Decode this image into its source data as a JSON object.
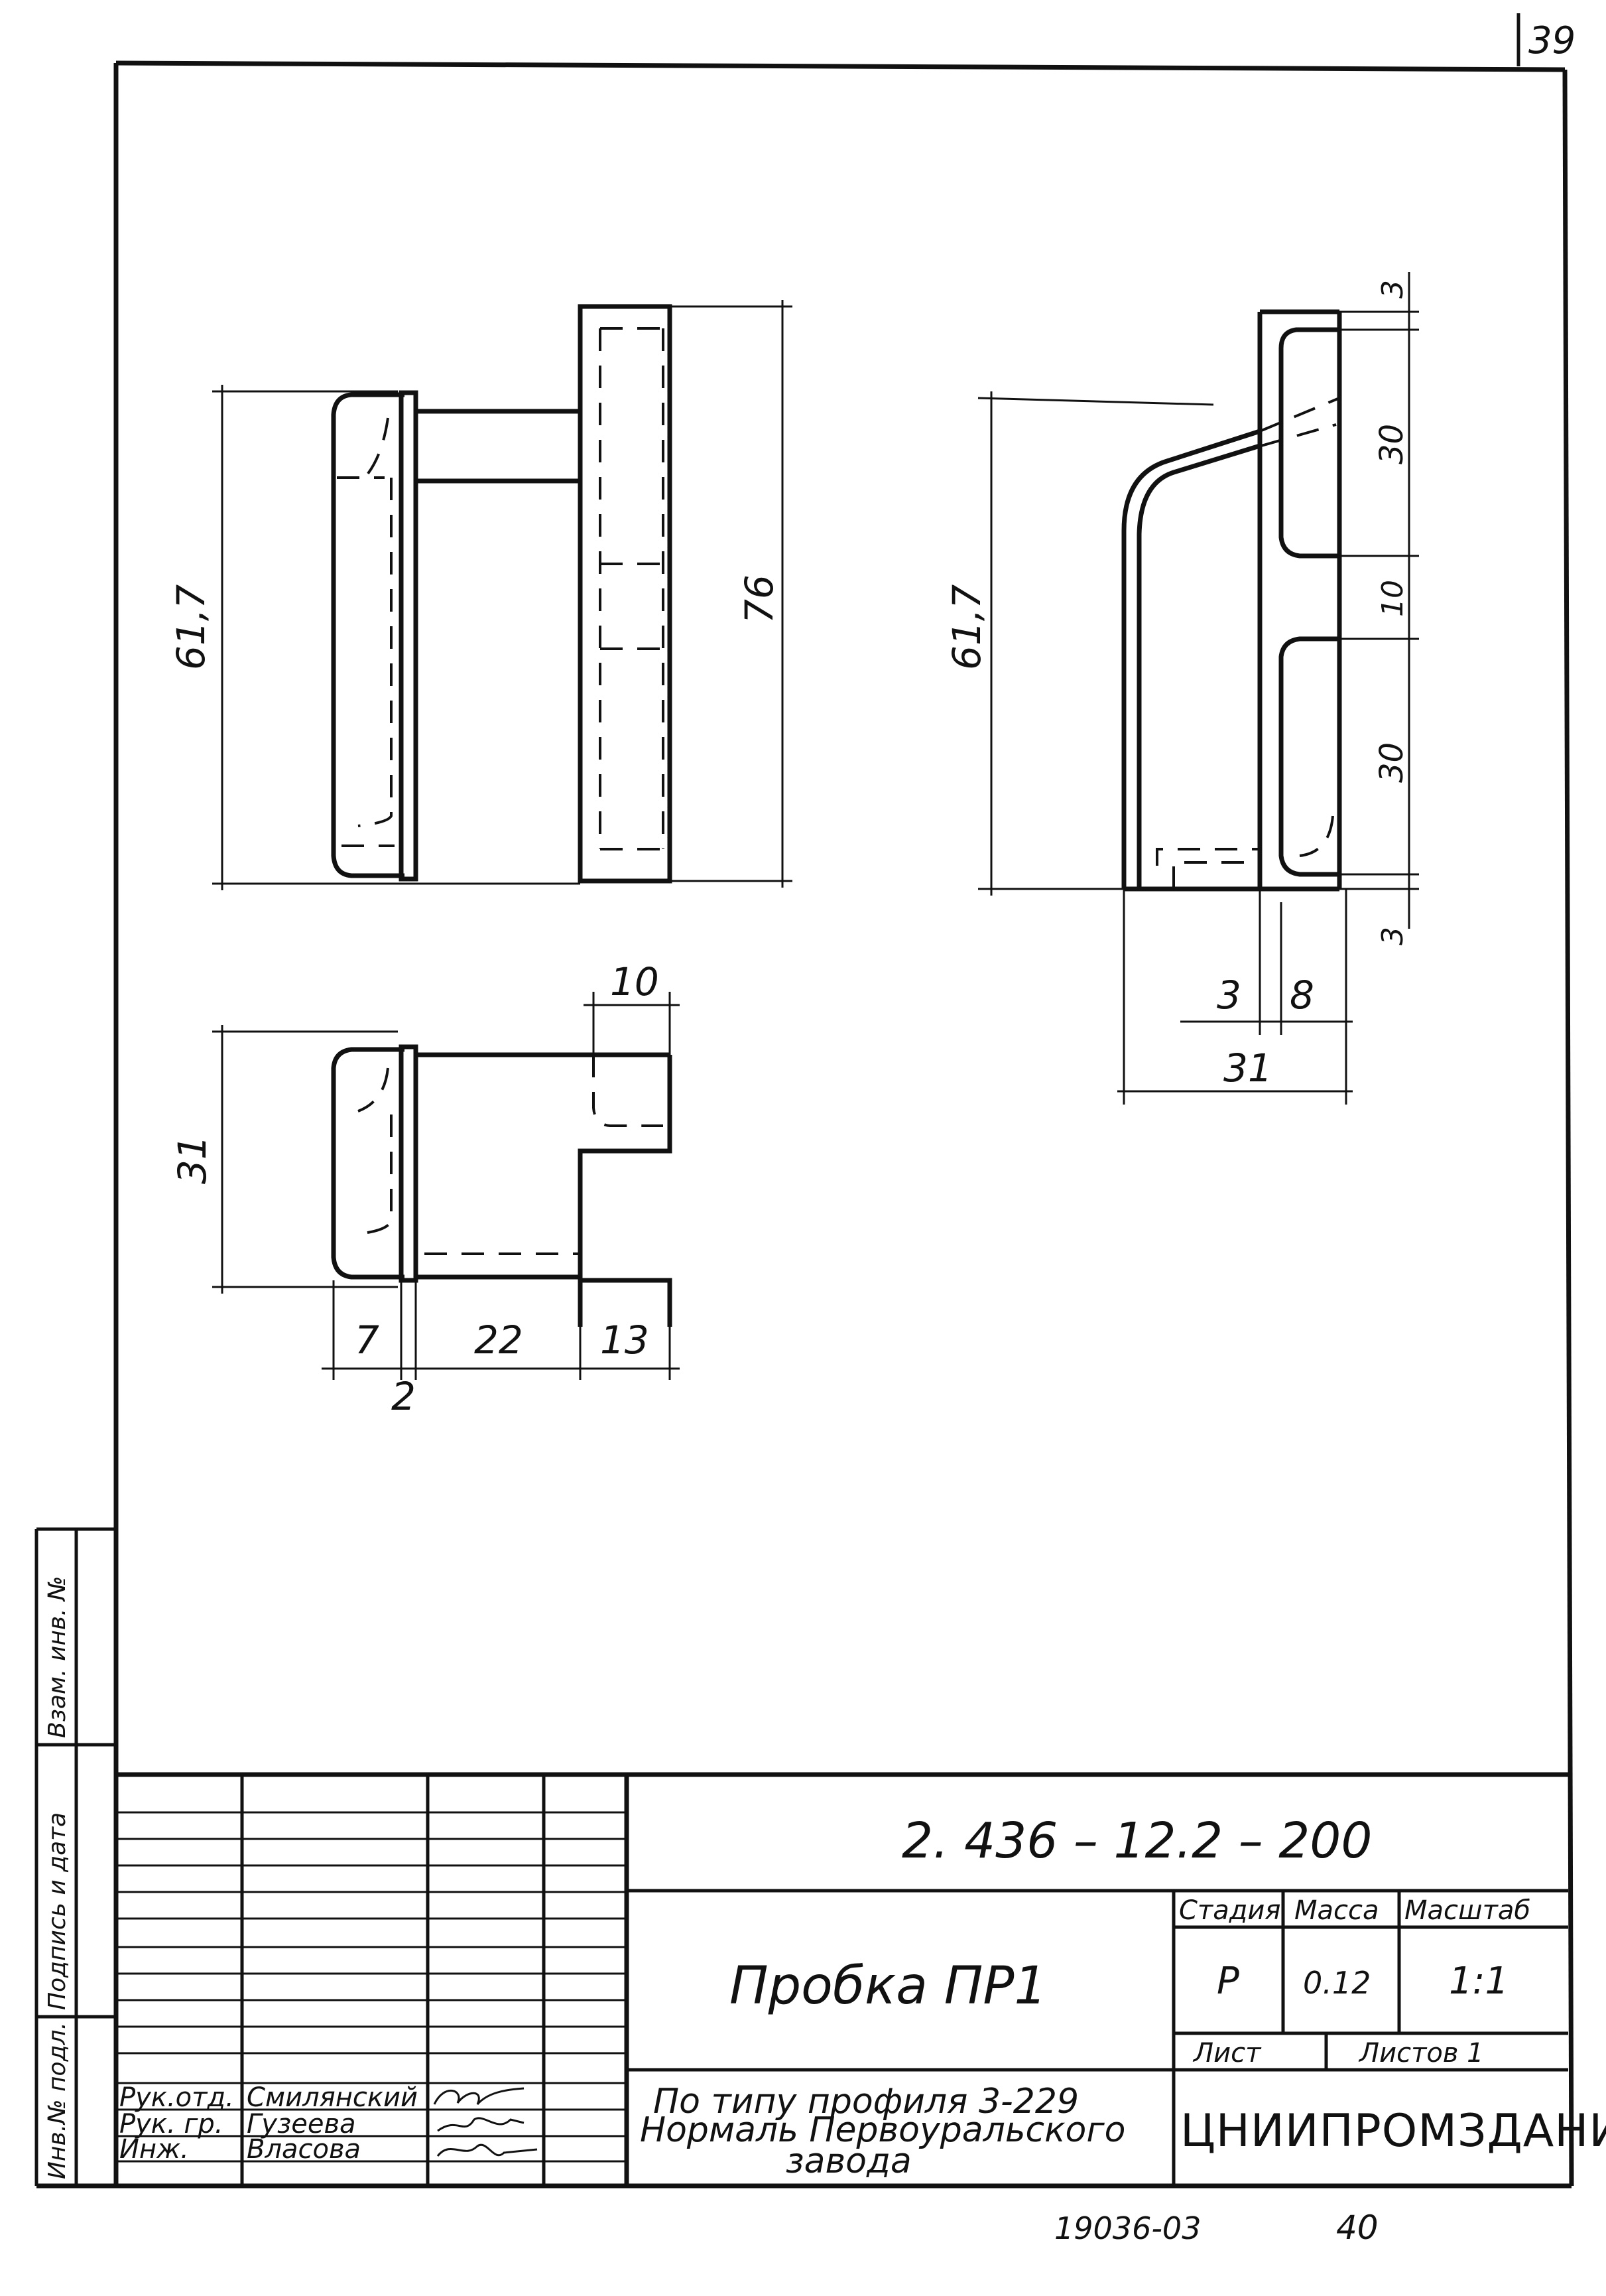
{
  "sheet": {
    "sheet_number": "39",
    "footer_code": "19036-03",
    "footer_page": "40"
  },
  "side_stamp": {
    "label_inv_orig": "Инв.№ подл.",
    "label_signature_date": "Подпись и дата",
    "label_replaces": "Взам. инв. №"
  },
  "title_block": {
    "document_code": "2. 436 – 12.2 – 200",
    "title": "Пробка ПР1",
    "headers": {
      "stage": "Стадия",
      "mass": "Масса",
      "scale": "Масштаб"
    },
    "values": {
      "stage": "Р",
      "mass": "0.12",
      "scale": "1:1"
    },
    "sheet_label": "Лист",
    "sheets_label": "Листов 1",
    "note_line1": "По типу профиля 3-229",
    "note_line2": "Нормаль Первоуральского",
    "note_line3": "завода",
    "organization": "ЦНИИПРОМЗДАНИЙ",
    "roles": [
      {
        "role": "Рук.отд.",
        "name": "Смилянский"
      },
      {
        "role": "Рук. гр.",
        "name": "Гузеева"
      },
      {
        "role": "Инж.",
        "name": "Власова"
      }
    ]
  },
  "dimensions": {
    "front_height": "61,7",
    "front_total_height": "76",
    "side_height": "61,7",
    "side_top_gap": "3",
    "side_upper_slot": "30",
    "side_middle": "10",
    "side_lower_slot": "30",
    "side_bottom_gap": "3",
    "side_bottom_wall": "3",
    "side_bottom_slot": "8",
    "side_total_width": "31",
    "plan_height": "31",
    "plan_top_width": "10",
    "plan_w1": "7",
    "plan_w2": "22",
    "plan_w3": "13",
    "plan_flange": "2"
  }
}
